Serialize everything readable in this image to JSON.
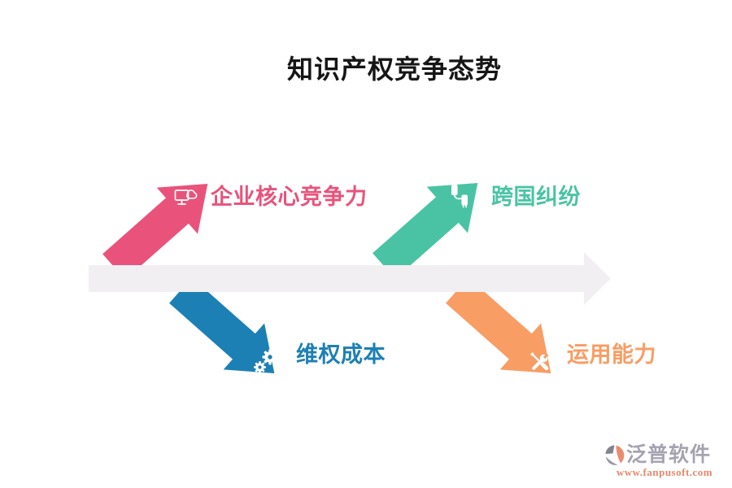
{
  "title": "知识产权竞争态势",
  "timeline": {
    "description": "horizontal-axis-arrow",
    "color": "#f1eff2"
  },
  "items": [
    {
      "label": "企业核心竞争力",
      "color": "#e9537b",
      "direction": "up",
      "icon": "cloud-computer-icon"
    },
    {
      "label": "跨国纠纷",
      "color": "#4ac3a5",
      "direction": "up",
      "icon": "usb-cable-icon"
    },
    {
      "label": "维权成本",
      "color": "#1d80b4",
      "direction": "down",
      "icon": "gears-icon"
    },
    {
      "label": "运用能力",
      "color": "#f89d64",
      "direction": "down",
      "icon": "tools-icon"
    }
  ],
  "watermark": {
    "brand": "泛普软件",
    "url": "www.fanpusoft.com",
    "brand_color": "#a5a3b0",
    "url_color": "#e8886d",
    "logo_colors": {
      "dark": "#83828e",
      "salmon": "#e98d70",
      "gray": "#9b99a6"
    }
  }
}
